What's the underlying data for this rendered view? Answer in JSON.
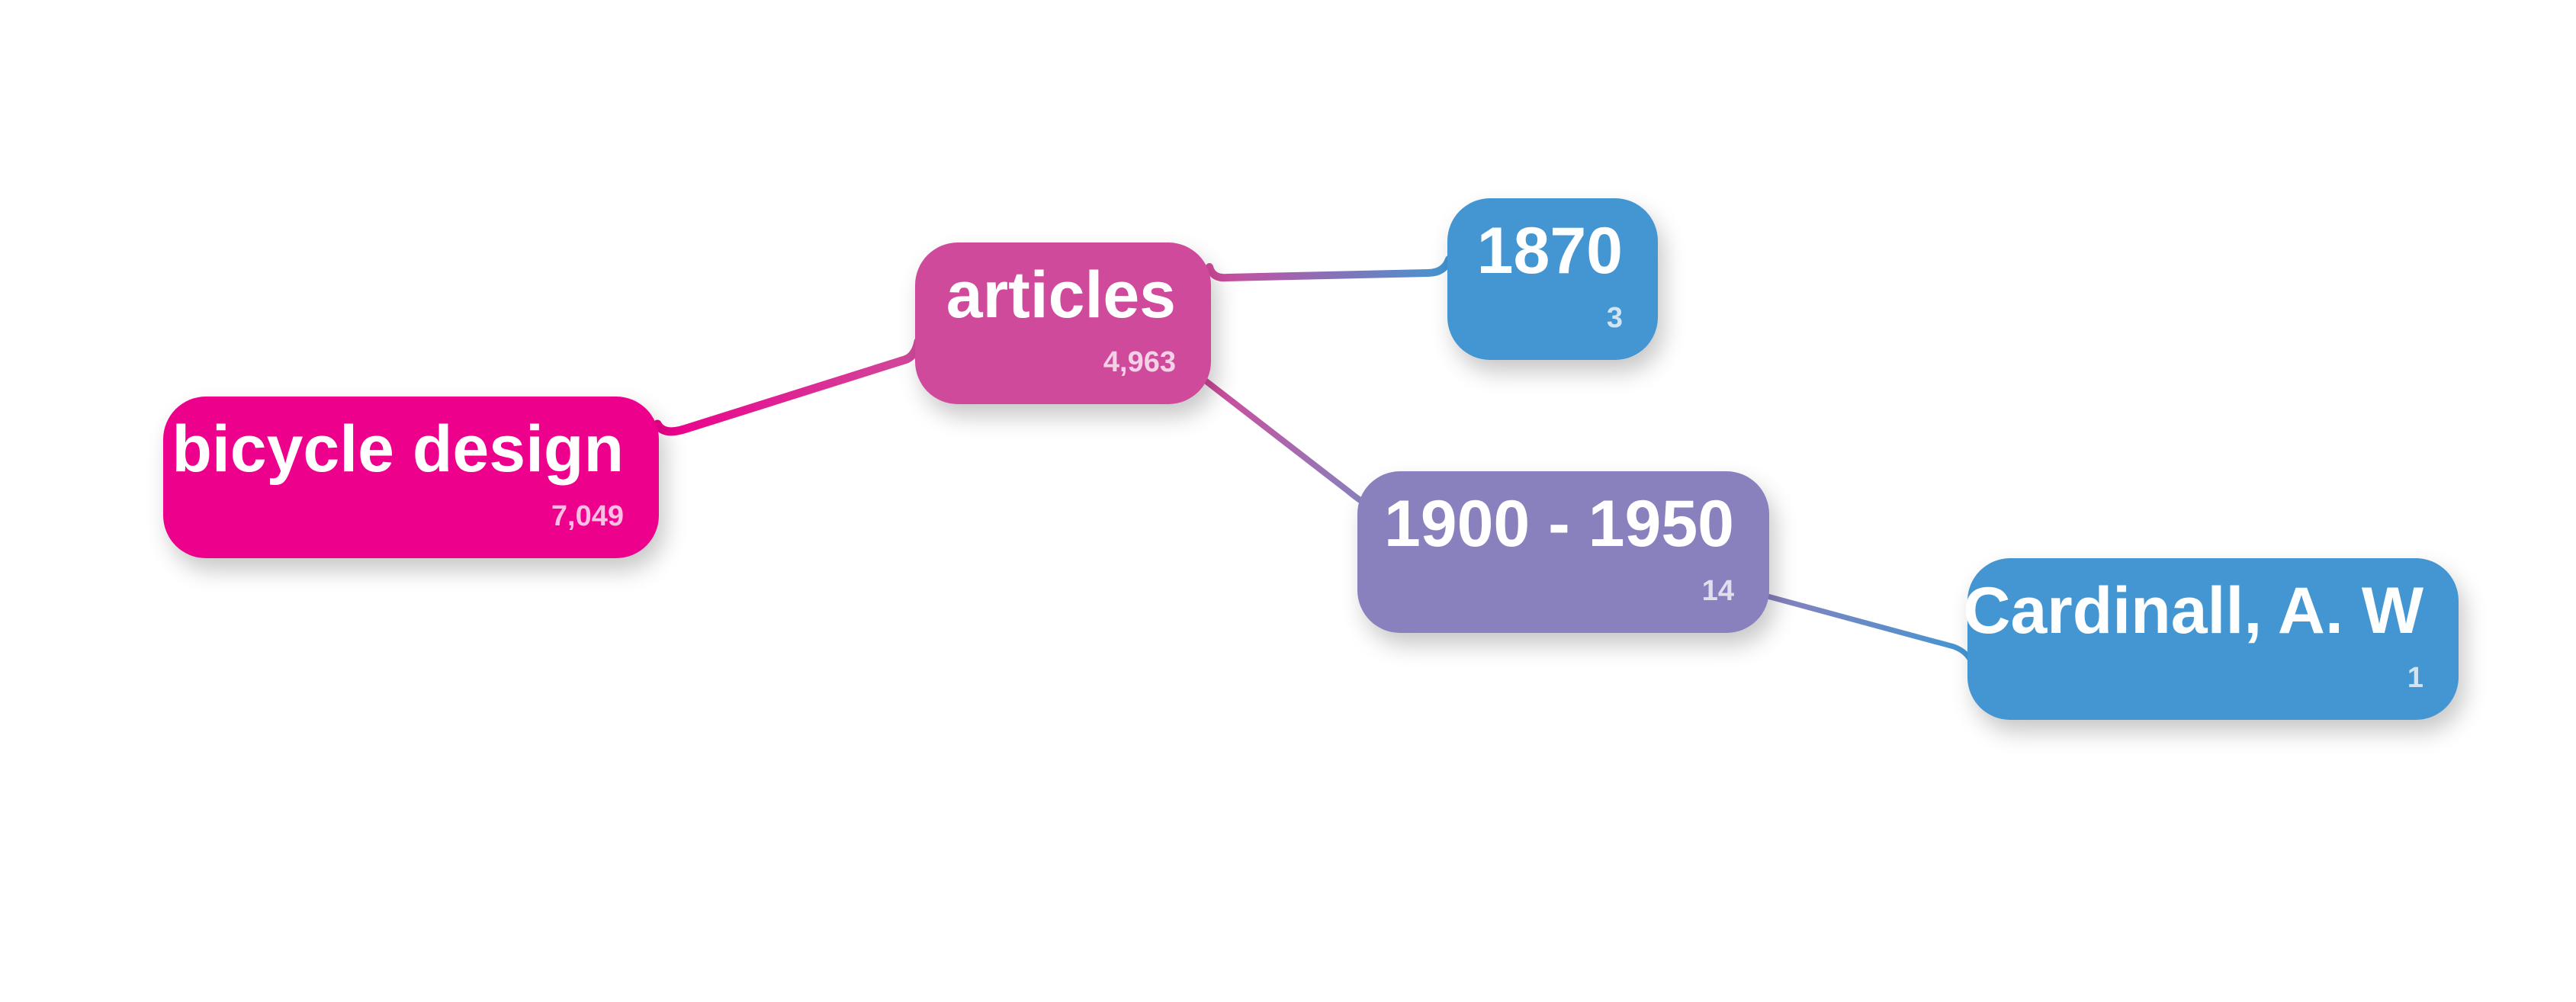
{
  "nodes": [
    {
      "id": "bicycle",
      "label": "bicycle design",
      "count": "7,049",
      "color": "#ec008c"
    },
    {
      "id": "articles",
      "label": "articles",
      "count": "4,963",
      "color": "#d04a9b"
    },
    {
      "id": "n1870",
      "label": "1870",
      "count": "3",
      "color": "#4396d2"
    },
    {
      "id": "n1900",
      "label": "1900 - 1950",
      "count": "14",
      "color": "#8881bd"
    },
    {
      "id": "cardinall",
      "label": "Cardinall, A. W",
      "count": "1",
      "color": "#4396d2"
    }
  ],
  "links": [
    {
      "from": "bicycle",
      "to": "articles"
    },
    {
      "from": "articles",
      "to": "n1870"
    },
    {
      "from": "articles",
      "to": "n1900"
    },
    {
      "from": "n1900",
      "to": "cardinall"
    }
  ]
}
